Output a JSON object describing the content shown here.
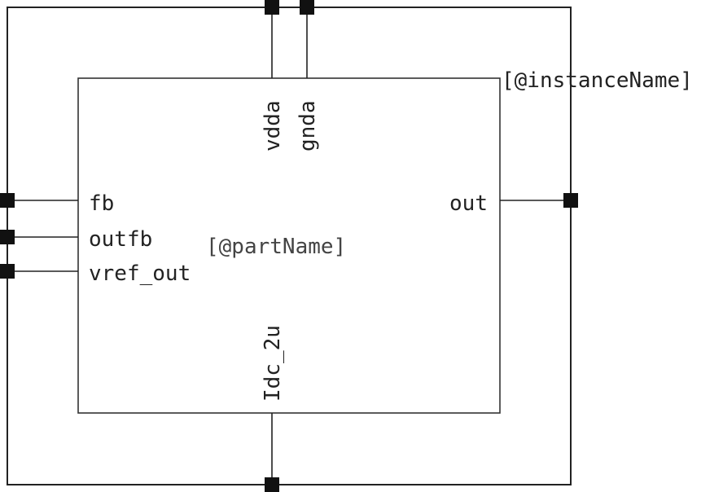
{
  "symbol": {
    "instance_label": "[@instanceName]",
    "part_label": "[@partName]",
    "pins": {
      "vdda": "vdda",
      "gnda": "gnda",
      "fb": "fb",
      "outfb": "outfb",
      "vref_out": "vref_out",
      "out": "out",
      "idc_2u": "Idc_2u"
    }
  },
  "colors": {
    "line": "#222222",
    "pin_square": "#111111",
    "background": "#ffffff"
  }
}
